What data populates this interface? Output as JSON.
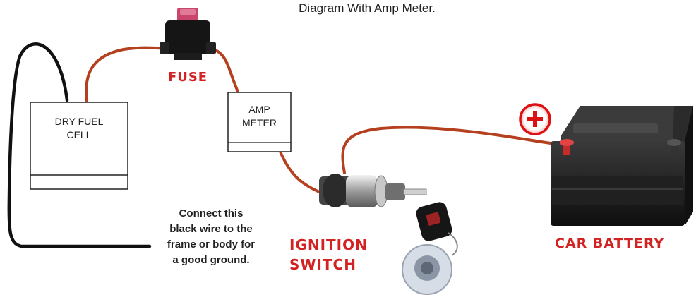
{
  "title": "Diagram With Amp Meter.",
  "components": {
    "fuel_cell": "DRY FUEL\nCELL",
    "fuse": "FUSE",
    "amp_meter": "AMP\nMETER",
    "ignition_switch": "IGNITION\nSWITCH",
    "car_battery": "CAR BATTERY",
    "positive_symbol": "+"
  },
  "ground_note": "Connect this\nblack wire to the\nframe or body for\na good ground.",
  "colors": {
    "red_wire": "#b5401f",
    "black_wire": "#111111",
    "label_red": "#d32222",
    "battery_body": "#1a1a1a"
  }
}
